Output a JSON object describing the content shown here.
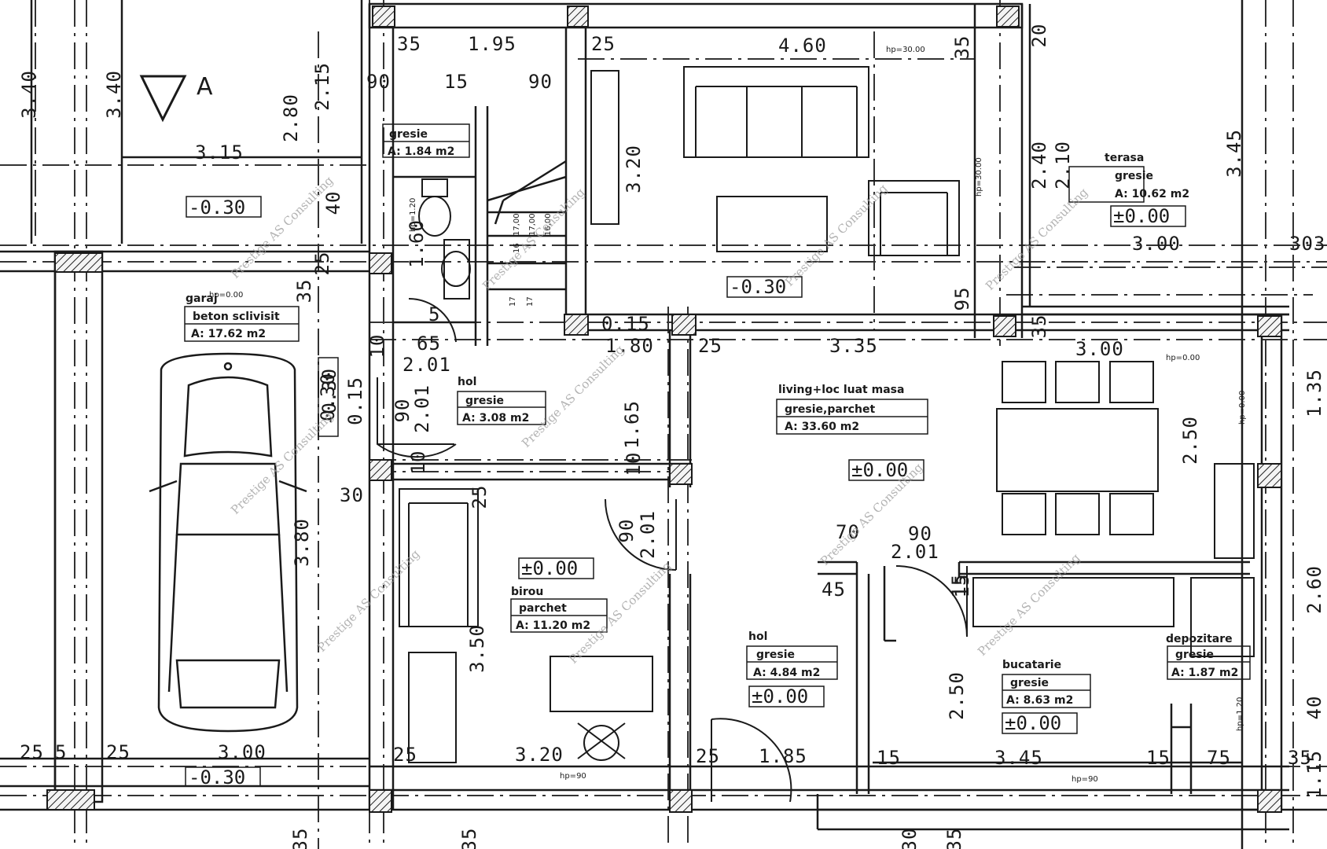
{
  "section_marker": "A",
  "watermark": "Prestige AS Consulting",
  "rooms": [
    {
      "id": "garaj",
      "name": "garaj",
      "finish": "beton sclivisit",
      "area": "A: 17.62 m2",
      "hp": "hp=0.00"
    },
    {
      "id": "wc",
      "name": "",
      "finish": "gresie",
      "area": "A: 1.84 m2"
    },
    {
      "id": "hol1",
      "name": "hol",
      "finish": "gresie",
      "area": "A: 3.08 m2"
    },
    {
      "id": "birou",
      "name": "birou",
      "finish": "parchet",
      "area": "A: 11.20 m2"
    },
    {
      "id": "living",
      "name": "living+loc luat masa",
      "finish": "gresie,parchet",
      "area": "A: 33.60 m2"
    },
    {
      "id": "terasa",
      "name": "terasa",
      "finish": "gresie",
      "area": "A: 10.62 m2"
    },
    {
      "id": "hol2",
      "name": "hol",
      "finish": "gresie",
      "area": "A: 4.84 m2"
    },
    {
      "id": "bucatarie",
      "name": "bucatarie",
      "finish": "gresie",
      "area": "A: 8.63 m2"
    },
    {
      "id": "depozitare",
      "name": "depozitare",
      "finish": "gresie",
      "area": "A: 1.87 m2"
    }
  ],
  "levels": {
    "ext_top": "-0.30",
    "ext_bottom": "-0.30",
    "living_top": "-0.30",
    "entry": "-0.30",
    "terasa": "±0.00",
    "birou": "±0.00",
    "living": "±0.00",
    "hol": "±0.00",
    "bucatarie": "±0.00"
  },
  "dims": {
    "d_340a": "3.40",
    "d_340b": "3.40",
    "d_280": "2.80",
    "d_215": "2.15",
    "d_315": "3.15",
    "d_35a": "35",
    "d_195": "1.95",
    "d_25a": "25",
    "d_460": "4.60",
    "d_35b": "35",
    "d_20": "20",
    "d_90a": "90",
    "d_15a": "15",
    "d_90b": "90",
    "d_320v": "3.20",
    "d_240": "2.40",
    "d_210": "2.10",
    "d_345v": "3.45",
    "d_300t": "3.00",
    "d_303": "303",
    "d_40": "40",
    "d_25b": "25",
    "d_35c": "35",
    "d_160": "1.60",
    "d_65": "65",
    "d_201a": "2.01",
    "d_95": "95",
    "d_015": "0.15",
    "d_180": "1.80",
    "d_25c": "25",
    "d_335": "3.35",
    "d_35d": "35",
    "d_300m": "3.00",
    "d_90c": "90",
    "d_201b": "2.01",
    "d_030": "0.30",
    "d_015b": "0.15",
    "d_10": "10",
    "d_165": "1.65",
    "d_10b": "10",
    "d_135": "1.35",
    "d_250a": "2.50",
    "d_30": "30",
    "d_25d": "25",
    "d_380": "3.80",
    "d_90d": "90",
    "d_201c": "2.01",
    "d_70": "70",
    "d_90e": "90",
    "d_201d": "2.01",
    "d_45": "45",
    "d_15b": "15",
    "d_260": "2.60",
    "d_350": "3.50",
    "d_250b": "2.50",
    "d_40b": "40",
    "d_25e": "25",
    "d_300b": "3.00",
    "d_25f": "25",
    "d_320b": "3.20",
    "d_25g": "25",
    "d_185": "1.85",
    "d_15c": "15",
    "d_345b": "3.45",
    "d_15d": "15",
    "d_75": "75",
    "d_35e": "35",
    "d_115": "1.15",
    "d_35f": "35",
    "d_35g": "35",
    "d_30b": "30",
    "d_35h": "35",
    "d_25h": "25",
    "d_5": "5",
    "d_15e": "15"
  },
  "heights": {
    "hp_top": "hp=30.00",
    "hp_right": "hp=30.00",
    "hp_mid": "hp=0.00",
    "hp_living": "hp=0.00",
    "hp_hall": "hp=1.20",
    "hp_dep": "hp=1.20",
    "hp_b1": "hp=90",
    "hp_b2": "hp=90"
  },
  "stairs": {
    "r1": "17",
    "r2": "17",
    "r3": "16"
  },
  "stair_tags": {
    "s1": "17,00",
    "s2": "17,00",
    "s3": "16,00"
  }
}
